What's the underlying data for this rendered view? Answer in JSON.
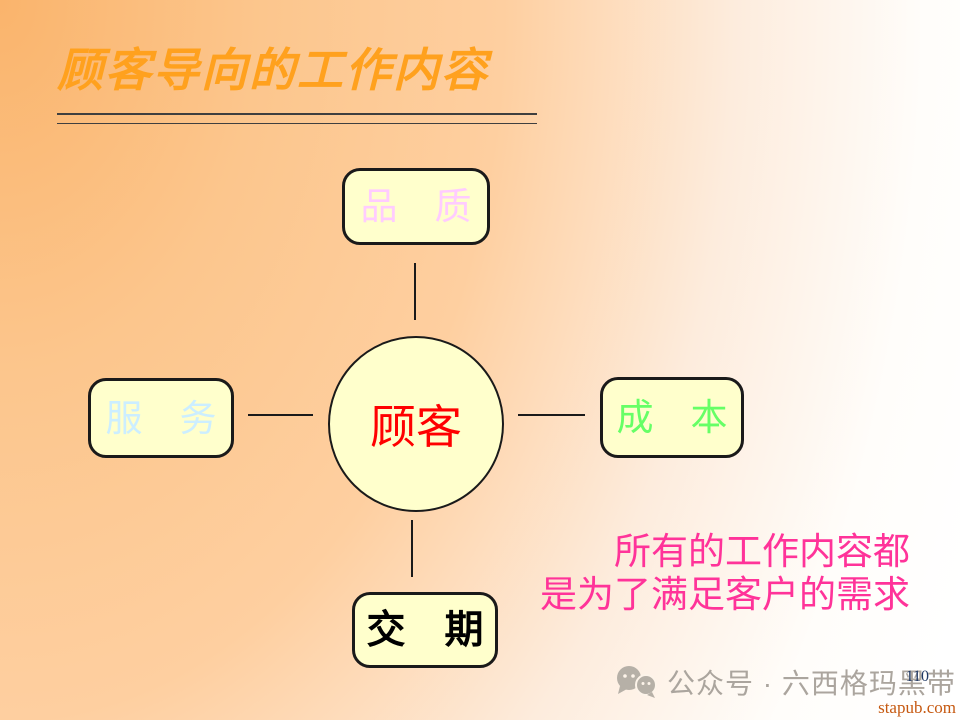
{
  "slide": {
    "title": "顾客导向的工作内容",
    "page_number": "110"
  },
  "diagram": {
    "center_label": "顾客",
    "center_color": "#ff0000",
    "node_fill": "#ffffcc",
    "node_border": "#1a1a1a",
    "nodes": {
      "top": {
        "label": "品　质",
        "color": "#ffccff"
      },
      "left": {
        "label": "服　务",
        "color": "#cceeff"
      },
      "right": {
        "label": "成　本",
        "color": "#66ff66"
      },
      "bottom": {
        "label": "交　期",
        "color": "#000000"
      }
    }
  },
  "note": {
    "line1": "所有的工作内容都",
    "line2": "是为了满足客户的需求",
    "color": "#ff3399"
  },
  "watermark": {
    "icon": "wechat-icon",
    "account_text": "公众号 · 六西格玛黑带",
    "account_color": "#aba59e",
    "site_text": "stapub.com",
    "site_color": "#c65911",
    "page_number_color": "#1f3864"
  },
  "theme": {
    "title_color": "#ffa11e",
    "background_from": "#fab46c",
    "background_to": "#ffffff"
  }
}
